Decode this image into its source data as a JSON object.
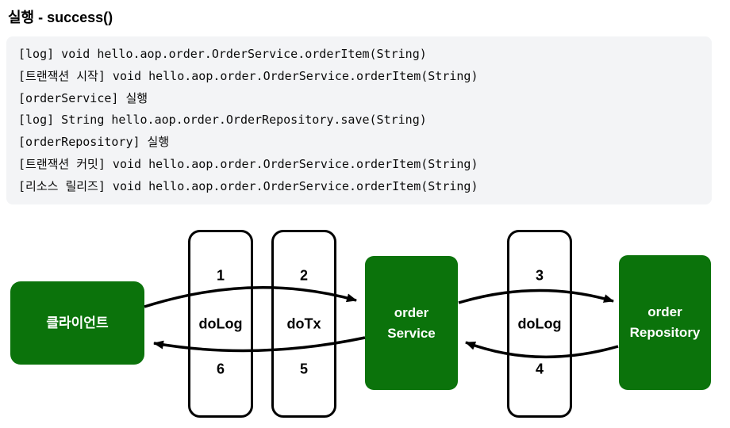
{
  "title": "실행 - success()",
  "console": {
    "lines": [
      "[log] void hello.aop.order.OrderService.orderItem(String)",
      "[트랜잭션 시작] void hello.aop.order.OrderService.orderItem(String)",
      "[orderService] 실행",
      "[log] String hello.aop.order.OrderRepository.save(String)",
      "[orderRepository] 실행",
      "[트랜잭션 커밋] void hello.aop.order.OrderService.orderItem(String)",
      "[리소스 릴리즈] void hello.aop.order.OrderService.orderItem(String)"
    ]
  },
  "diagram": {
    "client": {
      "label": "클라이언트"
    },
    "advisors": [
      {
        "top_num": "1",
        "label": "doLog",
        "bottom_num": "6"
      },
      {
        "top_num": "2",
        "label": "doTx",
        "bottom_num": "5"
      },
      {
        "top_num": "3",
        "label": "doLog",
        "bottom_num": "4"
      }
    ],
    "service": {
      "label_line1": "order",
      "label_line2": "Service"
    },
    "repository": {
      "label_line1": "order",
      "label_line2": "Repository"
    }
  },
  "colors": {
    "box_green": "#0b730b",
    "box_text": "#ffffff",
    "console_background": "#f3f4f6",
    "arrow": "#000000"
  }
}
